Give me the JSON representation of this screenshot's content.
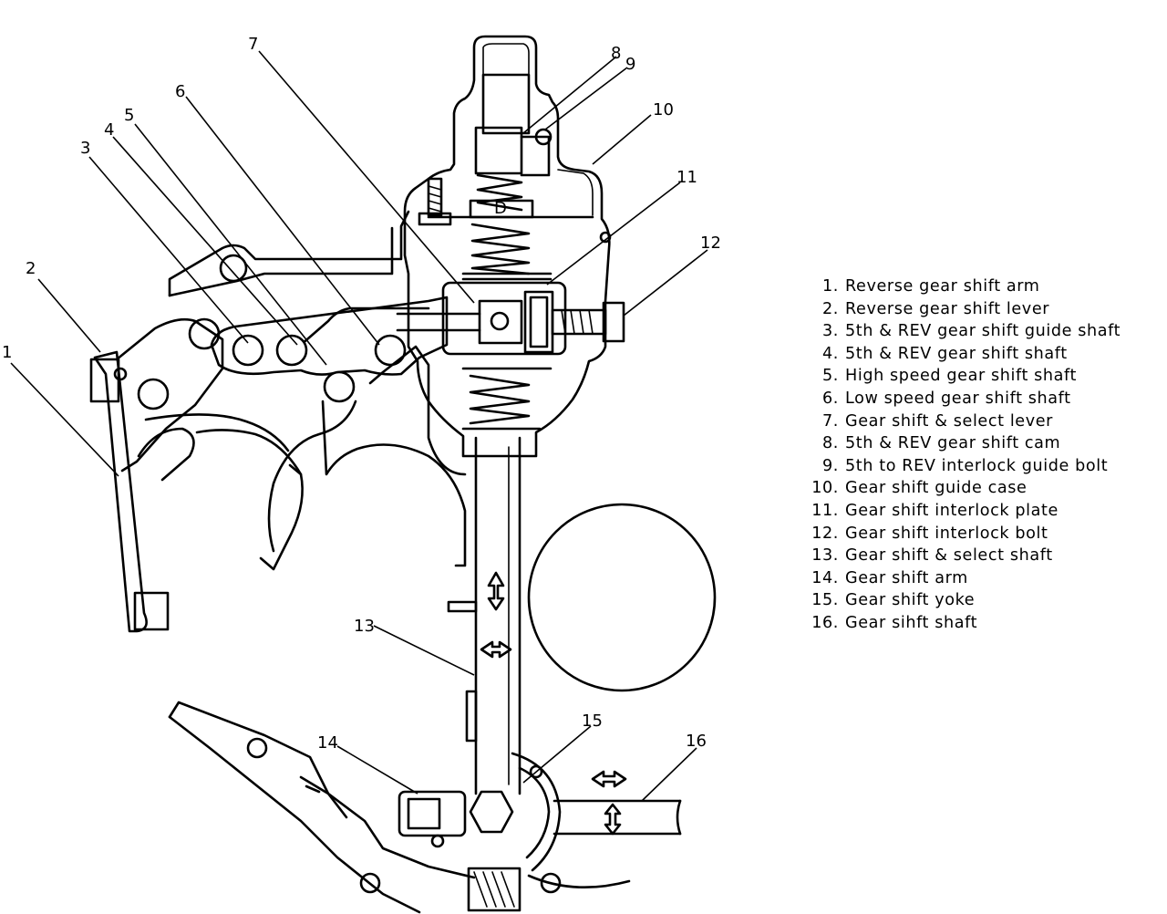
{
  "callouts": [
    "1",
    "2",
    "3",
    "4",
    "5",
    "6",
    "7",
    "8",
    "9",
    "10",
    "11",
    "12",
    "13",
    "14",
    "15",
    "16"
  ],
  "legend": [
    {
      "num": "1.",
      "text": "Reverse gear shift arm"
    },
    {
      "num": "2.",
      "text": "Reverse gear shift lever"
    },
    {
      "num": "3.",
      "text": "5th & REV gear shift guide shaft"
    },
    {
      "num": "4.",
      "text": "5th & REV gear shift shaft"
    },
    {
      "num": "5.",
      "text": "High speed gear shift shaft"
    },
    {
      "num": "6.",
      "text": "Low speed gear shift shaft"
    },
    {
      "num": "7.",
      "text": "Gear shift & select lever"
    },
    {
      "num": "8.",
      "text": "5th & REV gear shift cam"
    },
    {
      "num": "9.",
      "text": "5th to REV interlock guide bolt"
    },
    {
      "num": "10.",
      "text": "Gear shift guide case"
    },
    {
      "num": "11.",
      "text": "Gear shift interlock plate"
    },
    {
      "num": "12.",
      "text": "Gear shift interlock bolt"
    },
    {
      "num": "13.",
      "text": "Gear shift & select shaft"
    },
    {
      "num": "14.",
      "text": "Gear shift arm"
    },
    {
      "num": "15.",
      "text": "Gear shift yoke"
    },
    {
      "num": "16.",
      "text": "Gear sihft shaft"
    }
  ]
}
